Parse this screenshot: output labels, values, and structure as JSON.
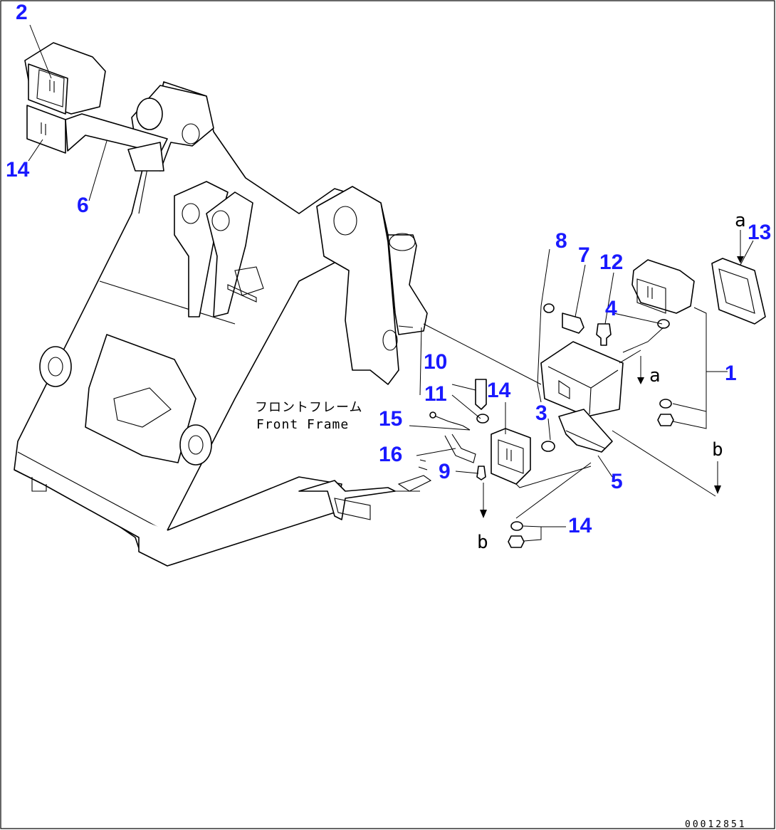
{
  "caption": {
    "japanese": "フロントフレーム",
    "english": "Front Frame"
  },
  "callouts": {
    "c1": "1",
    "c2": "2",
    "c3": "3",
    "c4": "4",
    "c5": "5",
    "c6": "6",
    "c7": "7",
    "c8": "8",
    "c9": "9",
    "c10": "10",
    "c11": "11",
    "c12": "12",
    "c13": "13",
    "c14_left": "14",
    "c14_center": "14",
    "c14_bottom": "14",
    "c15": "15",
    "c16": "16"
  },
  "view_refs": {
    "a_top": "a",
    "a_mid": "a",
    "b_right": "b",
    "b_bottom": "b"
  },
  "document_number": "00012851",
  "colors": {
    "callout": "#1a1aff",
    "line": "#000000",
    "background": "#ffffff"
  }
}
